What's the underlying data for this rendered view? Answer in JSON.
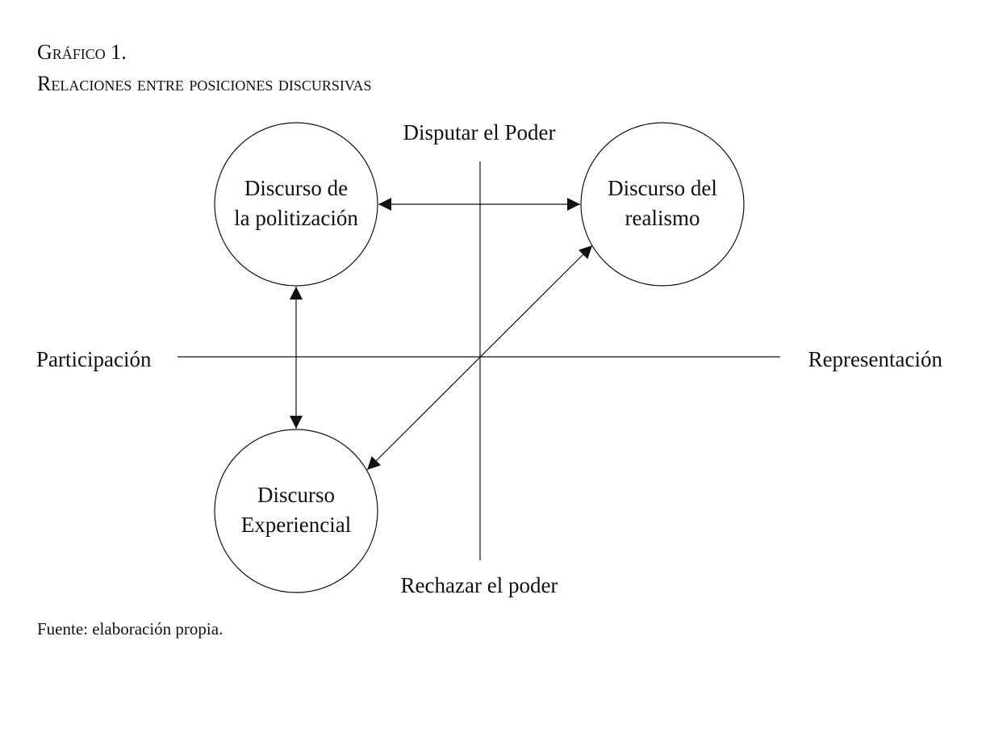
{
  "figure": {
    "title": "Gráfico 1.",
    "subtitle": "Relaciones entre posiciones discursivas",
    "source": "Fuente: elaboración propia."
  },
  "axes": {
    "top": "Disputar el Poder",
    "bottom": "Rechazar el poder",
    "left": "Participación",
    "right": "Representación"
  },
  "nodes": {
    "politizacion": {
      "line1": "Discurso de",
      "line2": "la politización"
    },
    "realismo": {
      "line1": "Discurso del",
      "line2": "realismo"
    },
    "experiencial": {
      "line1": "Discurso",
      "line2": "Experiencial"
    }
  },
  "relations": [
    {
      "from": "Discurso de la politización",
      "to": "Discurso del realismo",
      "direction": "bidirectional"
    },
    {
      "from": "Discurso de la politización",
      "to": "Discurso Experiencial",
      "direction": "bidirectional"
    },
    {
      "from": "Discurso del realismo",
      "to": "Discurso Experiencial",
      "direction": "bidirectional"
    }
  ],
  "colors": {
    "ink": "#111111",
    "background": "#ffffff"
  }
}
